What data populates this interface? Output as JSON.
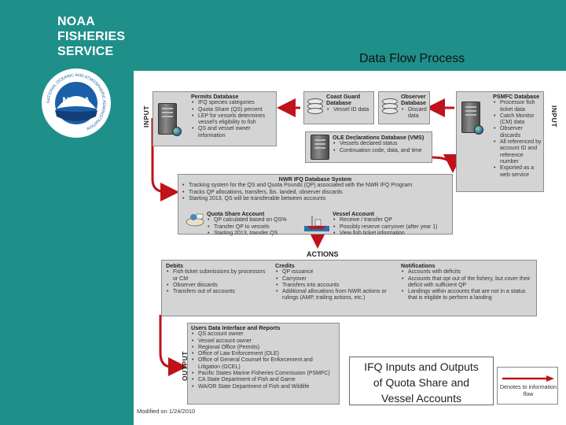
{
  "brand": {
    "lines": [
      "NOAA",
      "FISHERIES",
      "SERVICE"
    ],
    "logo_text": "NOAA",
    "logo_ring_text": "NATIONAL OCEANIC AND ATMOSPHERIC ADMINISTRATION"
  },
  "title": "Data Flow Process",
  "input_label": "INPUT",
  "output_label": "OUTPUT",
  "actions_label": "ACTIONS",
  "permits": {
    "title": "Permits Database",
    "items": [
      "IFQ species categories",
      "Quota Share (QS) percent",
      "LEP for vessels determines vessel's eligibility to fish",
      "QS and vessel owner information"
    ]
  },
  "coast_guard": {
    "title": "Coast Guard Database",
    "items": [
      "Vessel ID data"
    ]
  },
  "observer": {
    "title": "Observer Database",
    "items": [
      "Discard data"
    ]
  },
  "psmfc": {
    "title": "PSMFC Database",
    "items": [
      "Processor fish ticket data",
      "Catch Monitor (CM) data",
      "Observer discards",
      "All referenced by account ID and reference number",
      "Exported as a web service"
    ]
  },
  "ole": {
    "title": "OLE Declarations Database (VMS)",
    "items": [
      "Vessels declared status",
      "Continuation code, data, and time"
    ]
  },
  "nwr": {
    "title": "NWR IFQ Database System",
    "items": [
      "Tracking system for the QS and Quota Pounds (QP) associated with the NWR IFQ Program",
      "Tracks QP allocations, transfers, lbs. landed, observer discards",
      "Starting 2013, QS will be transferable between accounts"
    ],
    "qs_account": {
      "title": "Quota Share Account",
      "items": [
        "QP calculated based on QS%",
        "Transfer QP to vessels",
        "Starting 2013, transfer QS"
      ]
    },
    "vessel_account": {
      "title": "Vessel Account",
      "items": [
        "Receive / transfer QP",
        "Possibly reserve carryover (after year 1)",
        "View fish ticket information"
      ]
    }
  },
  "actions": {
    "debits": {
      "title": "Debits",
      "items": [
        "Fish ticket submissions by processors or CM",
        "Observer discards",
        "Transfers out of accounts"
      ]
    },
    "credits": {
      "title": "Credits",
      "items": [
        "QP issuance",
        "Carryover",
        "Transfers into accounts",
        "Additional allocations from NWR actions or rulings (AMP, trailing actions, etc.)"
      ]
    },
    "notifications": {
      "title": "Notifications",
      "items": [
        "Accounts with deficits",
        "Accounts that opt out of the fishery, but cover their deficit with sufficient QP",
        "Landings within accounts that are not in a status that is eligible to perform a landing"
      ]
    }
  },
  "users": {
    "title": "Users Data Interface and Reports",
    "items": [
      "QS account owner",
      "Vessel account owner",
      "Regional Office (Permits)",
      "Office of Law Enforcement (OLE)",
      "Office of General Counsel for Enforcement and Litigation (GCEL)",
      "Pacific States Marine Fisheries Commission (PSMFC)",
      "CA State Department of Fish and Game",
      "WA/OR State Department of Fish and Wildlife"
    ]
  },
  "callout": {
    "lines": [
      "IFQ Inputs and Outputs",
      "of Quota Share and",
      "Vessel Accounts"
    ]
  },
  "legend": {
    "text": "Denotes to information flow"
  },
  "footnote": "Modified on 1/24/2010",
  "colors": {
    "teal": "#1f8f8a",
    "arrow": "#c0121a",
    "panel": "#d4d4d4"
  }
}
